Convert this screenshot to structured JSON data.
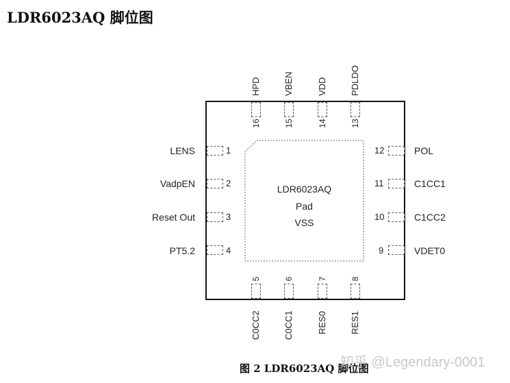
{
  "title": "LDR6023AQ 脚位图",
  "chip": {
    "name": "LDR6023AQ",
    "pad_label": "Pad",
    "pad_net": "VSS"
  },
  "pins": {
    "left": [
      {
        "num": "1",
        "name": "LENS"
      },
      {
        "num": "2",
        "name": "VadpEN"
      },
      {
        "num": "3",
        "name": "Reset Out"
      },
      {
        "num": "4",
        "name": "PT5.2"
      }
    ],
    "right": [
      {
        "num": "12",
        "name": "POL"
      },
      {
        "num": "11",
        "name": "C1CC1"
      },
      {
        "num": "10",
        "name": "C1CC2"
      },
      {
        "num": "9",
        "name": "VDET0"
      }
    ],
    "top": [
      {
        "num": "16",
        "name": "HPD"
      },
      {
        "num": "15",
        "name": "VBEN"
      },
      {
        "num": "14",
        "name": "VDD"
      },
      {
        "num": "13",
        "name": "PDLDO"
      }
    ],
    "bottom": [
      {
        "num": "5",
        "name": "C0CC2"
      },
      {
        "num": "6",
        "name": "C0CC1"
      },
      {
        "num": "7",
        "name": "RES0"
      },
      {
        "num": "8",
        "name": "RES1"
      }
    ]
  },
  "caption": "图 2 LDR6023AQ 脚位图",
  "watermark": "知乎 @Legendary-0001"
}
